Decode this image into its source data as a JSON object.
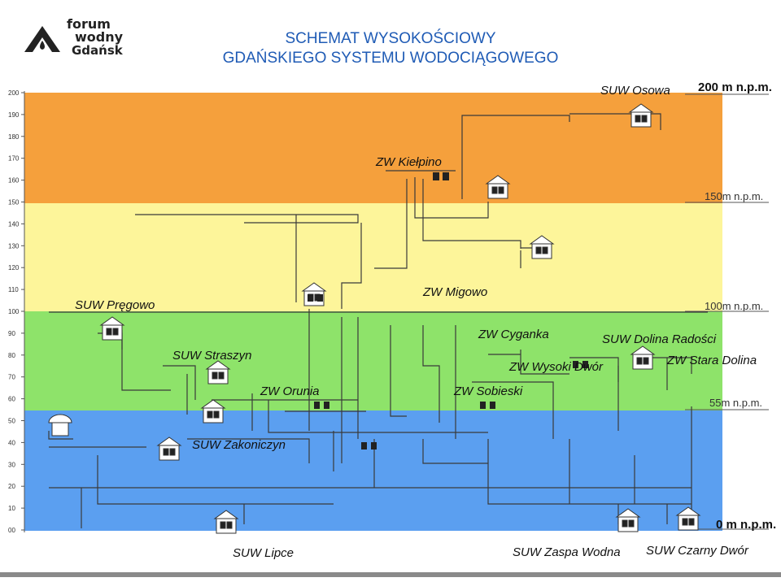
{
  "logo": {
    "line1": "forum",
    "line2": "wodny",
    "line3": "Gdańsk"
  },
  "title": {
    "line1": "SCHEMAT WYSOKOŚCIOWY",
    "line2": "GDAŃSKIEGO SYSTEMU WODOCIĄGOWEGO"
  },
  "colors": {
    "zone_top": "#f5a03c",
    "zone_upper": "#fdf59a",
    "zone_middle": "#8ee36a",
    "zone_low": "#5b9ff0",
    "title": "#1f5bb5"
  },
  "axis_ticks": [
    "200",
    "190",
    "180",
    "170",
    "160",
    "150",
    "140",
    "130",
    "120",
    "110",
    "100",
    "90",
    "80",
    "70",
    "60",
    "50",
    "40",
    "30",
    "20",
    "10",
    "00"
  ],
  "level_labels": {
    "l200": "200  m  n.p.m.",
    "l150": "150m  n.p.m.",
    "l100": "100m  n.p.m.",
    "l55": "55m  n.p.m.",
    "l0": "0  m  n.p.m."
  },
  "stations": {
    "osowa": "SUW Osowa",
    "kielpino": "ZW Kiełpino",
    "pregowo": "SUW Pręgowo",
    "migowo": "ZW Migowo",
    "straszyn": "SUW Straszyn",
    "cyganka": "ZW Cyganka",
    "dolina_radosci": "SUW Dolina Radości",
    "stara_dolina": "ZW Stara Dolina",
    "wysoki_dwor": "ZW Wysoki Dwór",
    "orunia": "ZW Orunia",
    "sobieski": "ZW Sobieski",
    "zakoniczyn": "SUW Zakoniczyn",
    "lipce": "SUW Lipce",
    "zaspa_wodna": "SUW Zaspa Wodna",
    "czarny_dwor": "SUW Czarny Dwór"
  }
}
